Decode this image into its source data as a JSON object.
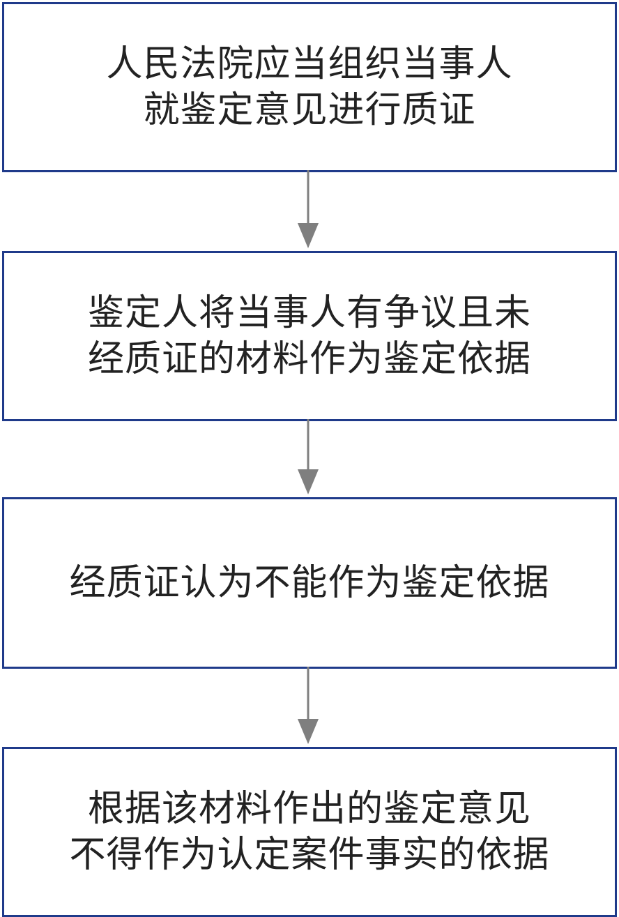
{
  "diagram": {
    "steps": [
      {
        "lines": [
          "人民法院应当组织当事人",
          "就鉴定意见进行质证"
        ]
      },
      {
        "lines": [
          "鉴定人将当事人有争议且未",
          "经质证的材料作为鉴定依据"
        ]
      },
      {
        "lines": [
          "经质证认为不能作为鉴定依据"
        ]
      },
      {
        "lines": [
          "根据该材料作出的鉴定意见",
          "不得作为认定案件事实的依据"
        ]
      }
    ],
    "colors": {
      "box_border": "#1f3a8a",
      "arrow": "#7f7f7f",
      "text": "#222222"
    }
  }
}
